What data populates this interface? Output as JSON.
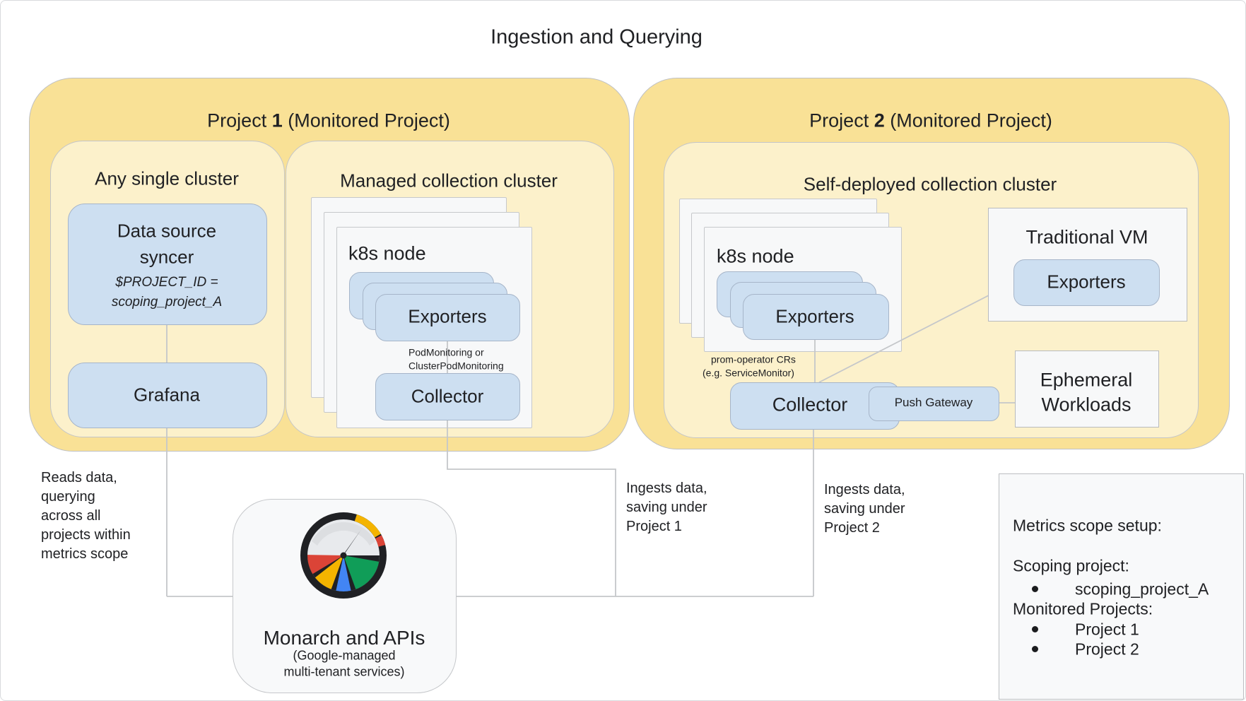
{
  "title": "Ingestion and Querying",
  "colors": {
    "project_fill": "#f9e196",
    "cluster_fill": "#fcf1cb",
    "blue_fill": "#cddff1",
    "sheet_fill": "#f7f8f9",
    "panel_fill": "#f8f9fa",
    "line": "#c5c7ca",
    "text": "#202124",
    "gauge_red": "#db4437",
    "gauge_yellow": "#f4b400",
    "gauge_blue": "#4285f4",
    "gauge_green": "#109d58"
  },
  "project1": {
    "heading_prefix": "Project ",
    "heading_num": "1",
    "heading_suffix": " (Monitored Project)",
    "any_cluster": {
      "label": "Any single cluster",
      "syncer_line1": "Data source",
      "syncer_line2": "syncer",
      "syncer_sub1": "$PROJECT_ID =",
      "syncer_sub2": "scoping_project_A",
      "grafana": "Grafana"
    },
    "managed": {
      "label": "Managed collection cluster",
      "node": "k8s node",
      "exporters": "Exporters",
      "pod1": "PodMonitoring or",
      "pod2": "ClusterPodMonitoring",
      "collector": "Collector"
    }
  },
  "project2": {
    "heading_prefix": "Project ",
    "heading_num": "2",
    "heading_suffix": " (Monitored Project)",
    "selfdeployed": {
      "label": "Self-deployed collection cluster",
      "node": "k8s node",
      "exporters": "Exporters",
      "cr1": "prom-operator CRs",
      "cr2": "(e.g. ServiceMonitor)",
      "collector": "Collector",
      "push_gateway": "Push Gateway",
      "vm_label": "Traditional VM",
      "vm_exporters": "Exporters",
      "ephemeral_line1": "Ephemeral",
      "ephemeral_line2": "Workloads"
    }
  },
  "monarch": {
    "title": "Monarch and APIs",
    "sub1": "(Google-managed",
    "sub2": "multi-tenant services)"
  },
  "annotations": {
    "reads": [
      "Reads data,",
      "querying",
      "across all",
      "projects within",
      "metrics scope"
    ],
    "ingest1": [
      "Ingests data,",
      "saving under",
      "Project 1"
    ],
    "ingest2": [
      "Ingests data,",
      "saving under",
      "Project 2"
    ]
  },
  "metrics_scope": {
    "line1": "Metrics scope setup:",
    "line2": "Scoping project:",
    "bullet1": "scoping_project_A",
    "line3": "Monitored Projects:",
    "bullet2": "Project 1",
    "bullet3": "Project 2"
  }
}
